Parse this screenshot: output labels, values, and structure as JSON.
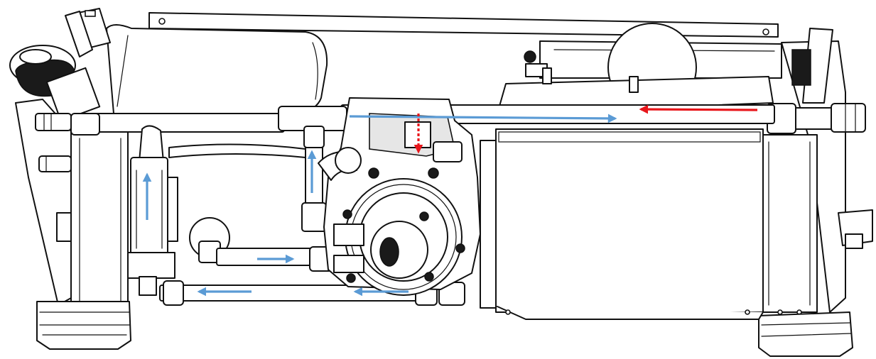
{
  "colors": {
    "flow_water": "#5b9bd5",
    "flow_hot": "#e8161b",
    "outline": "#111111",
    "fill": "#ffffff",
    "shade": "#1a1a1a"
  },
  "pump_label": "",
  "flow_arrows": [
    {
      "id": "filter-up",
      "kind": "water",
      "dir": "up"
    },
    {
      "id": "tee-riser-up",
      "kind": "water",
      "dir": "up"
    },
    {
      "id": "top-pipe-right",
      "kind": "water",
      "dir": "right"
    },
    {
      "id": "top-pipe-left",
      "kind": "hot",
      "dir": "left"
    },
    {
      "id": "pump-drop-down",
      "kind": "hot",
      "dir": "down"
    },
    {
      "id": "lower-inlet-right",
      "kind": "water",
      "dir": "right"
    },
    {
      "id": "bottom-pipe-left-a",
      "kind": "water",
      "dir": "left"
    },
    {
      "id": "bottom-pipe-left-b",
      "kind": "water",
      "dir": "left"
    }
  ]
}
